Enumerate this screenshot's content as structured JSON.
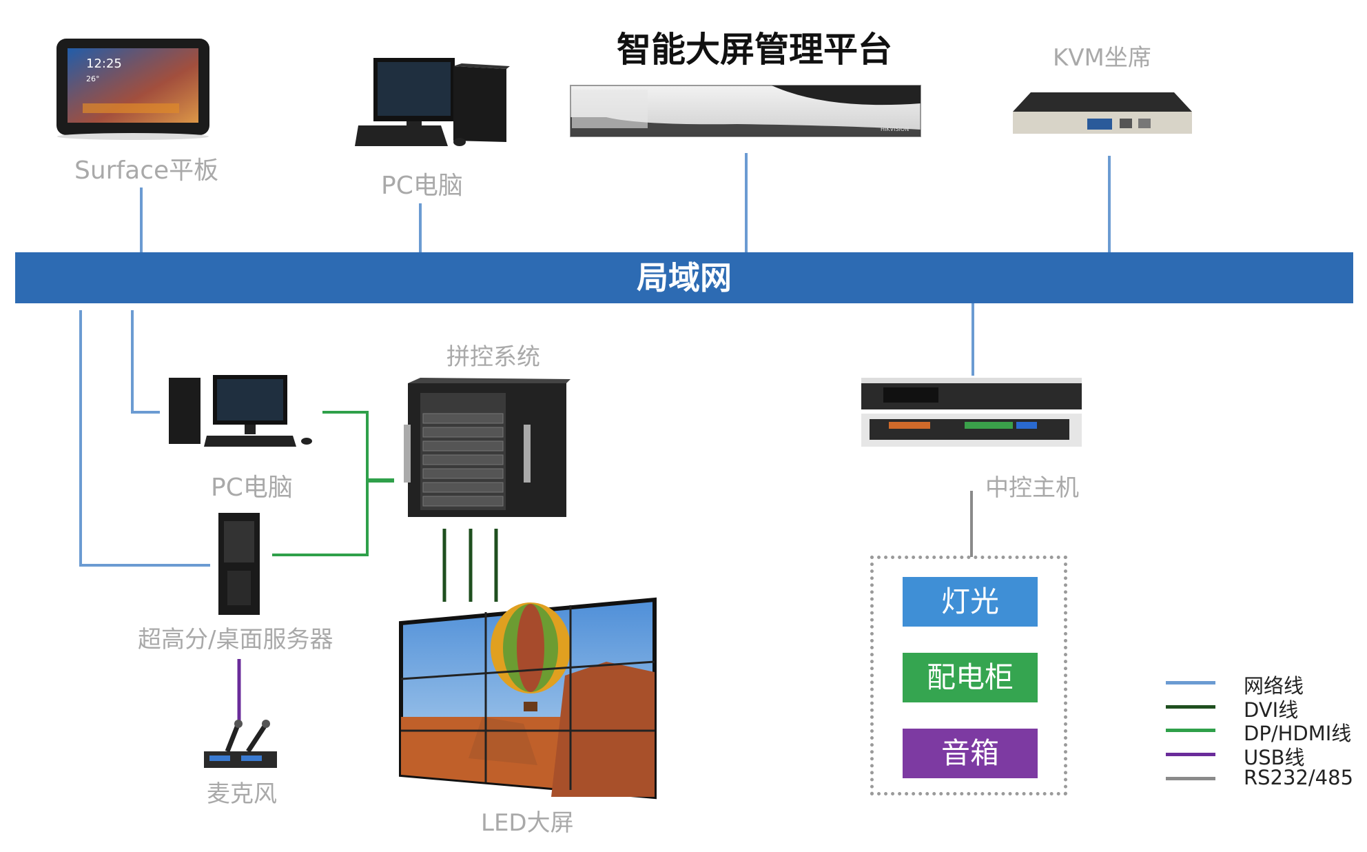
{
  "title": "智能大屏管理平台",
  "lan_label": "局域网",
  "labels": {
    "surface": "Surface平板",
    "pc_top": "PC电脑",
    "kvm": "KVM坐席",
    "pc_left": "PC电脑",
    "splicer": "拼控系统",
    "server": "超高分/桌面服务器",
    "mic": "麦克风",
    "led": "LED大屏",
    "central": "中控主机"
  },
  "devices": {
    "tablet_time": "12:25",
    "tablet_temp": "26°",
    "nvr_brand": "HIKVISION"
  },
  "controlled": {
    "light": "灯光",
    "cabinet": "配电柜",
    "speaker": "音箱"
  },
  "legend": [
    {
      "label": "网络线",
      "color": "#6b9bd2"
    },
    {
      "label": "DVI线",
      "color": "#1f4f1f"
    },
    {
      "label": "DP/HDMI线",
      "color": "#2fa04a"
    },
    {
      "label": "USB线",
      "color": "#6a2c9a"
    },
    {
      "label": "RS232/485",
      "color": "#8a8a8a"
    }
  ],
  "colors": {
    "lan_bar": "#2d6bb3",
    "network_line": "#6b9bd2",
    "dvi_line": "#1f4f1f",
    "hdmi_line": "#2fa04a",
    "usb_line": "#6a2c9a",
    "rs232_line": "#8a8a8a"
  }
}
